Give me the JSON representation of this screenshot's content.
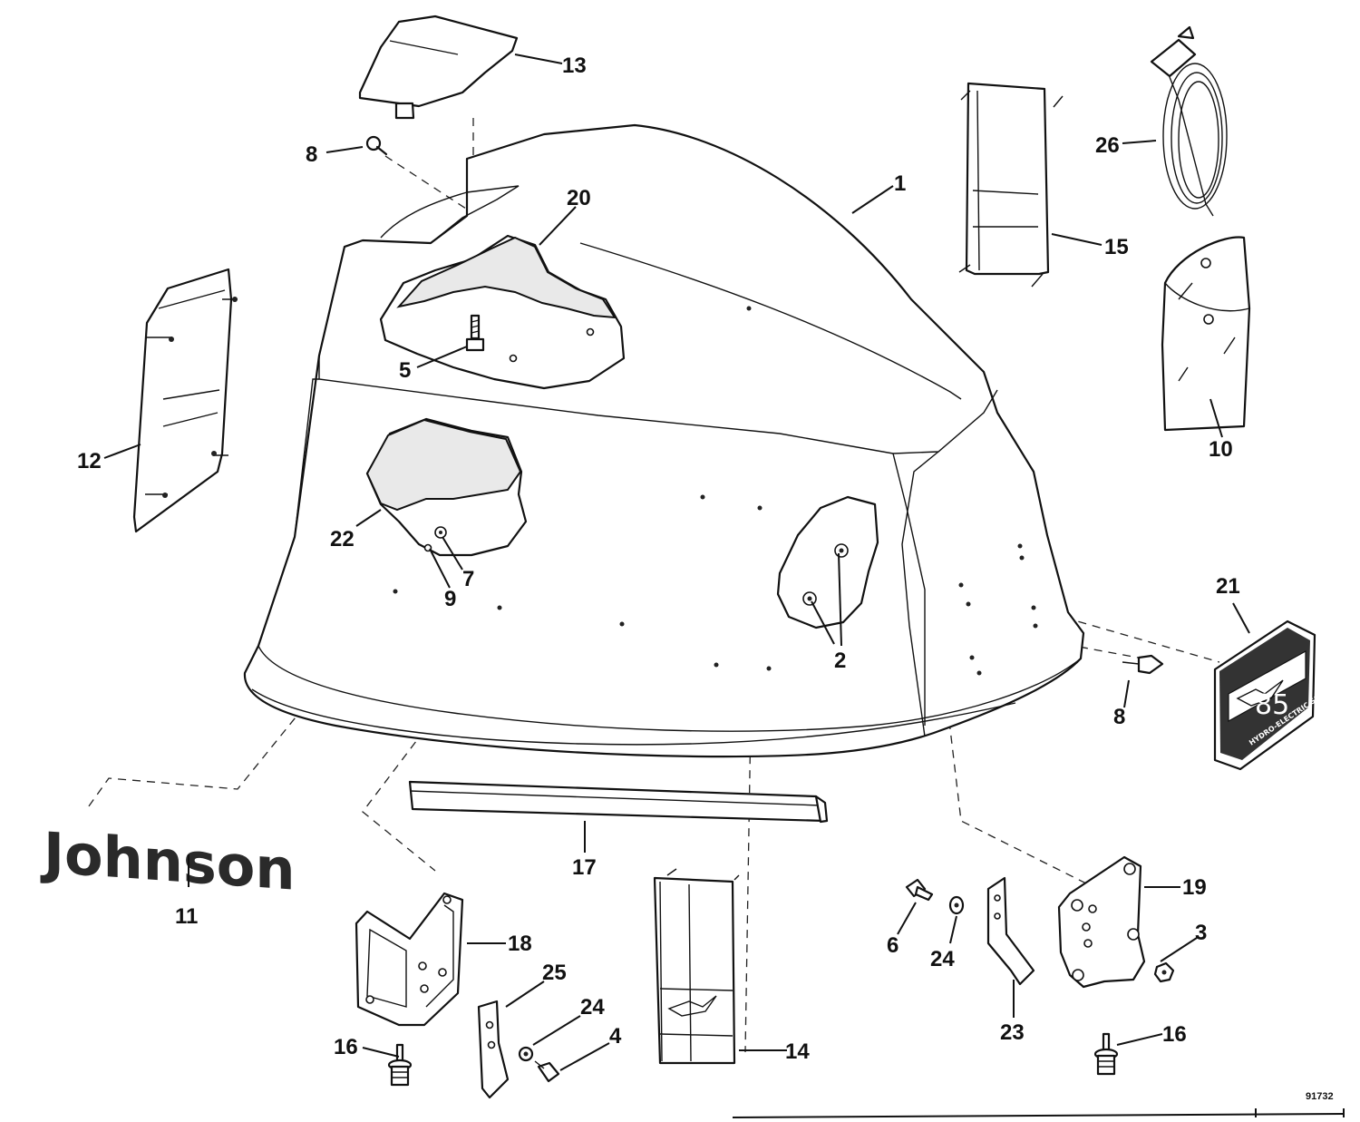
{
  "diagram": {
    "callouts": {
      "c1": "1",
      "c2": "2",
      "c3": "3",
      "c4": "4",
      "c5": "5",
      "c6": "6",
      "c7": "7",
      "c8a": "8",
      "c8b": "8",
      "c9": "9",
      "c10": "10",
      "c11": "11",
      "c12": "12",
      "c13": "13",
      "c14": "14",
      "c15": "15",
      "c16a": "16",
      "c16b": "16",
      "c17": "17",
      "c18": "18",
      "c19": "19",
      "c20": "20",
      "c21": "21",
      "c22": "22",
      "c23": "23",
      "c24a": "24",
      "c24b": "24",
      "c25": "25",
      "c26": "26"
    },
    "brand_emblem": "Johnson",
    "decal_number": "85",
    "decal_subtext": "HYDRO-ELECTRIC SHIFT",
    "figure_number": "91732"
  }
}
